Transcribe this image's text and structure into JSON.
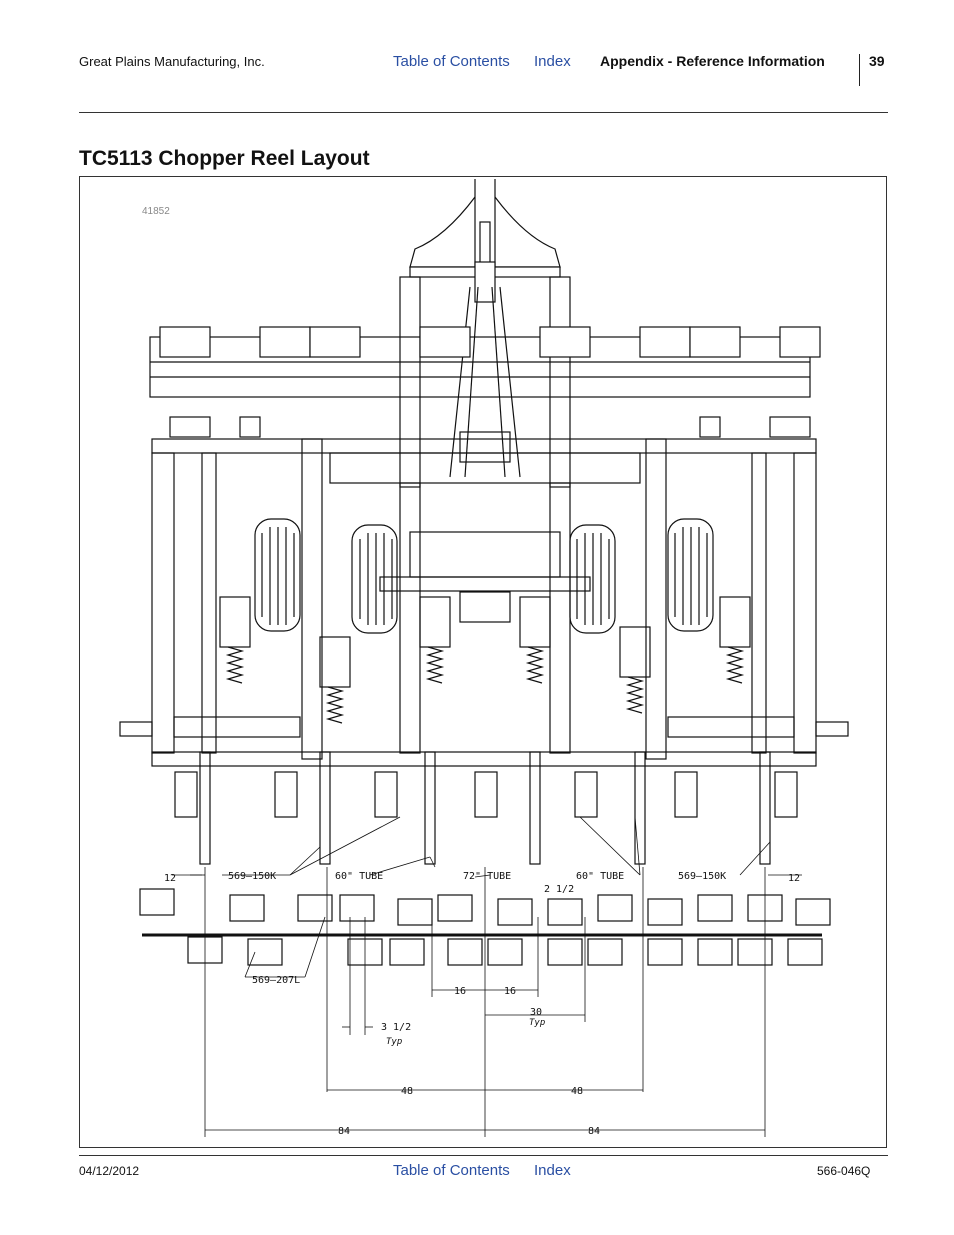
{
  "header": {
    "company": "Great Plains Manufacturing, Inc.",
    "toc_link": "Table of Contents",
    "index_link": "Index",
    "section": "Appendix - Reference Information",
    "page_number": "39"
  },
  "page_title": "TC5113 Chopper Reel Layout",
  "figure": {
    "figure_number": "41852",
    "callouts": {
      "left_end_offset": "12",
      "right_end_offset": "12",
      "left_part_number": "569–150K",
      "right_part_number": "569–150K",
      "left_tube": "60\" TUBE",
      "center_tube": "72\" TUBE",
      "right_tube": "60\" TUBE",
      "spacing_half": "2 1/2",
      "lower_part_number": "569–207L"
    },
    "dimensions": {
      "offset_value": "3 1/2",
      "offset_note": "Typ",
      "center_left": "16",
      "center_right": "16",
      "reel_spacing": "30",
      "reel_spacing_note": "Typ",
      "inner_left": "48",
      "inner_right": "48",
      "outer_left": "84",
      "outer_right": "84"
    }
  },
  "footer": {
    "date": "04/12/2012",
    "toc_link": "Table of Contents",
    "index_link": "Index",
    "doc_number": "566-046Q"
  }
}
